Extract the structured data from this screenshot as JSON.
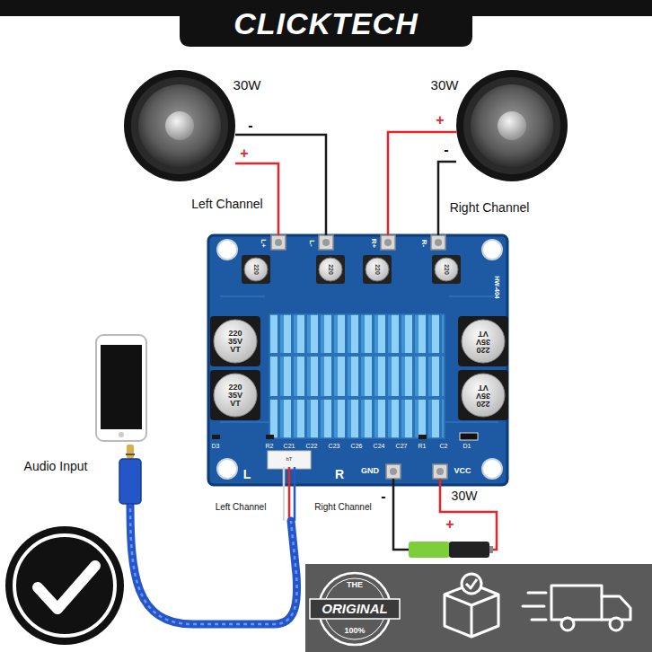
{
  "diagram": {
    "nodes": [
      {
        "text": [
          "30W"
        ]
      },
      {
        "text": [
          "30W"
        ]
      },
      {
        "text": [
          "HW-404"
        ]
      }
    ],
    "edges": [
      {
        "from": 0,
        "to": 2,
        "arrow": "none"
      },
      {
        "from": 0,
        "to": 2,
        "arrow": "none"
      },
      {
        "from": 1,
        "to": 2,
        "arrow": "none"
      },
      {
        "from": 1,
        "to": 2,
        "arrow": "none"
      }
    ],
    "labels": [
      "CLICKTECH",
      "-",
      "+",
      "Left Channel",
      "+",
      "-",
      "Right Channel",
      "L+",
      "L-",
      "R+",
      "R-",
      "220",
      "220",
      "220",
      "220",
      "220 35V VT",
      "220 35V VT",
      "220 35V VT",
      "220 35V VT",
      "D3",
      "R2",
      "C21",
      "C22",
      "C23",
      "C26",
      "C24",
      "C27",
      "R1",
      "C2",
      "D1",
      "L",
      "bT",
      "R",
      "GND",
      "VCC",
      "Audio Input",
      "Left Channel",
      "Right Channel",
      "-",
      "30W",
      "+",
      "THE",
      "ORIGINAL",
      "100%"
    ]
  }
}
